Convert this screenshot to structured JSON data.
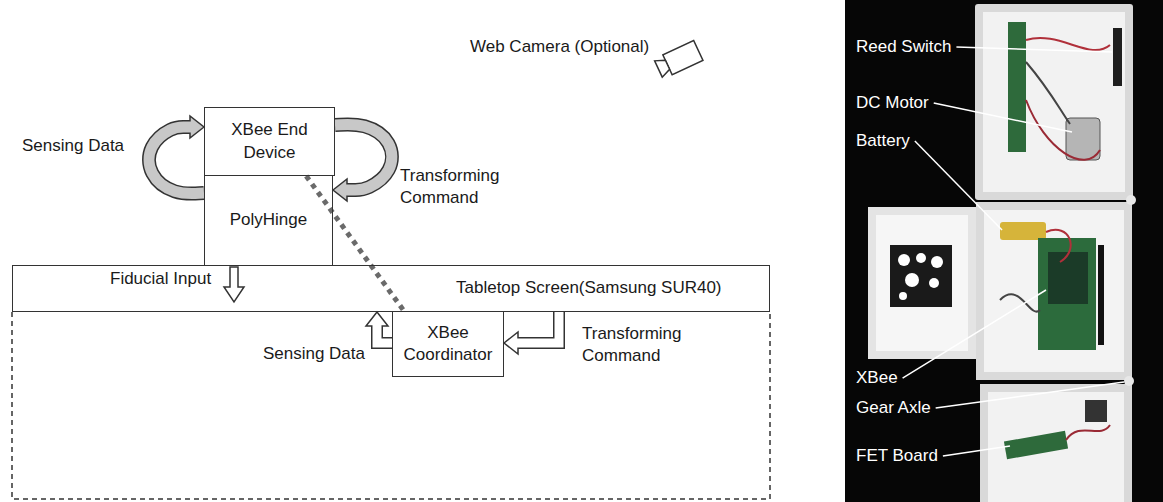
{
  "diagram": {
    "nodes": [
      {
        "text": [
          "XBee End Device"
        ]
      },
      {
        "text": [
          "PolyHinge"
        ]
      },
      {
        "text": [
          "Tabletop Screen(Samsung SUR40)"
        ]
      },
      {
        "text": [
          "XBee Coordinator"
        ]
      }
    ],
    "edges": [
      {
        "from": 1,
        "to": 0,
        "arrow": "to",
        "label": "Sensing Data"
      },
      {
        "from": 0,
        "to": 1,
        "arrow": "to",
        "label": "Transforming Command"
      },
      {
        "from": 0,
        "to": 3,
        "arrow": "none"
      },
      {
        "from": 3,
        "to": 2,
        "arrow": "to",
        "label": "Sensing Data"
      },
      {
        "from": 2,
        "to": 3,
        "arrow": "to",
        "label": "Transforming Command"
      }
    ],
    "labels": [
      "Web Camera (Optional)",
      "Fiducial Input",
      "Reed Switch",
      "DC Motor",
      "Battery",
      "XBee",
      "Gear Axle",
      "FET Board"
    ]
  }
}
